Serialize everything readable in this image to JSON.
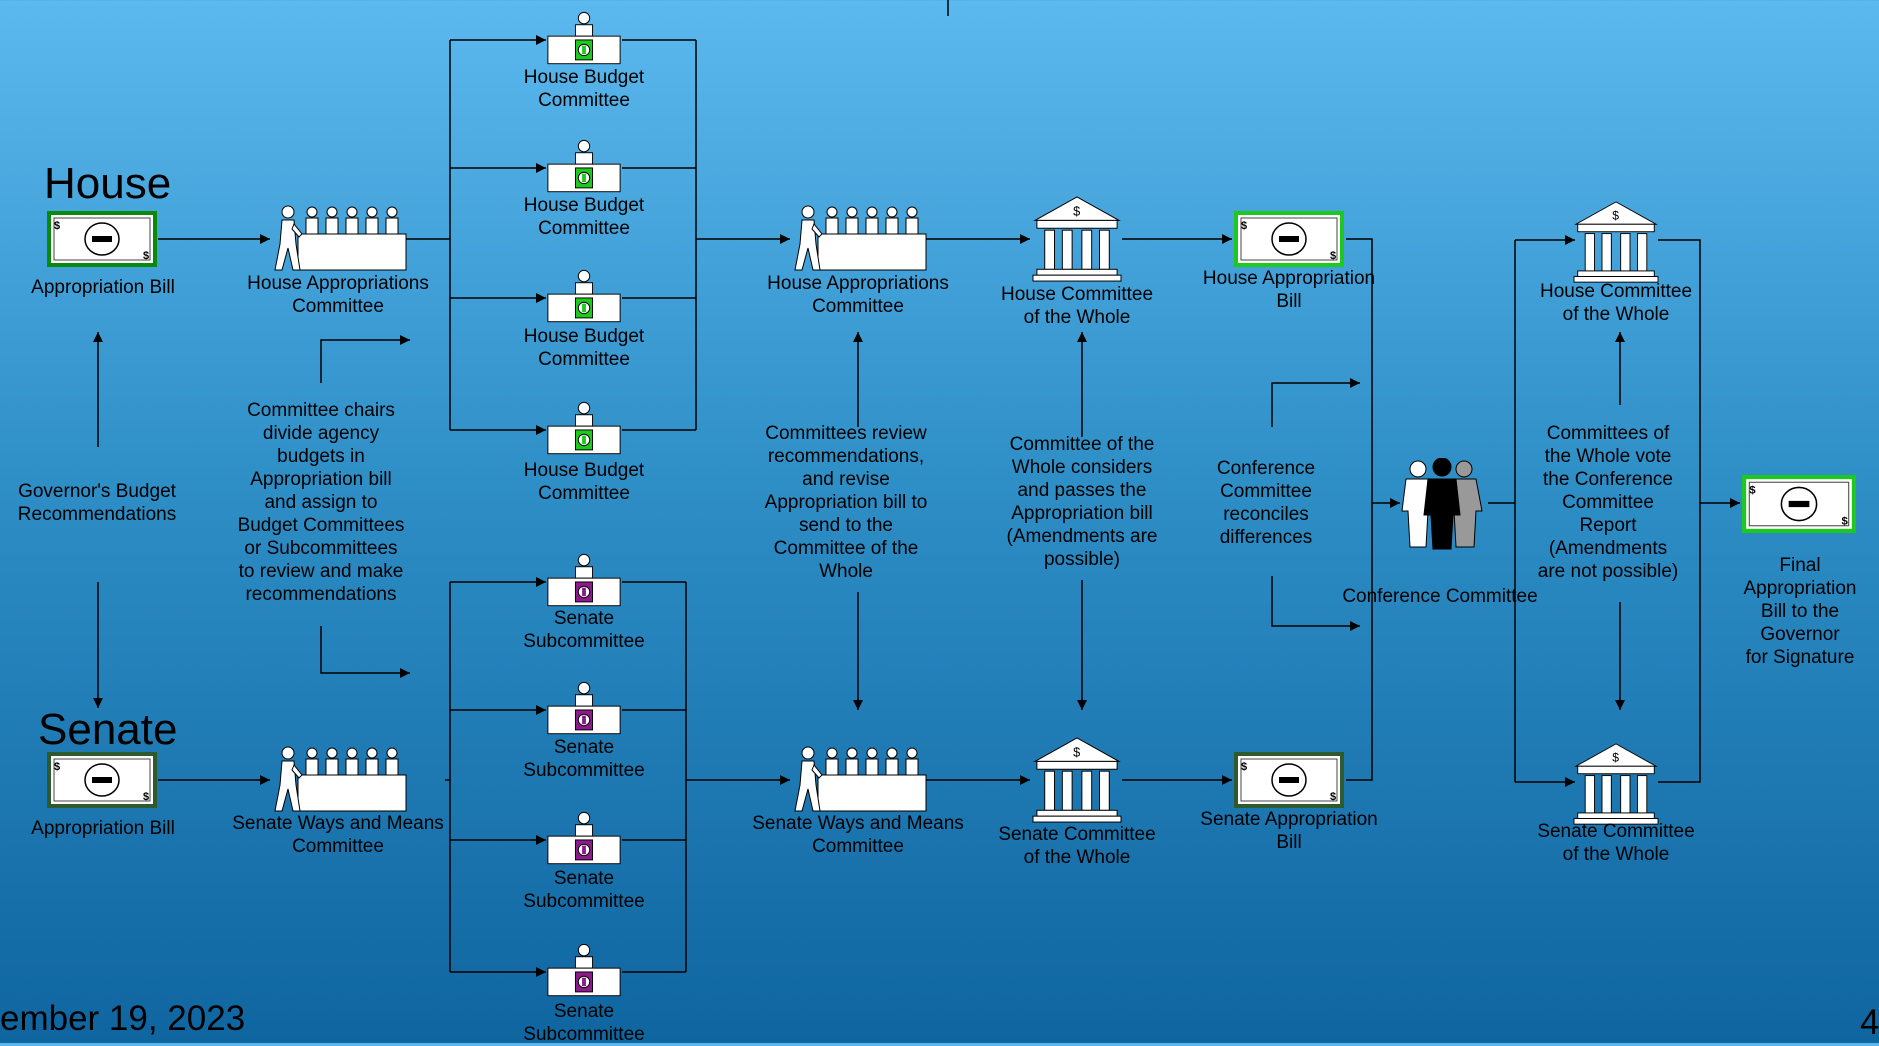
{
  "chamber_headings": {
    "house": "House",
    "senate": "Senate"
  },
  "labels": {
    "house_bill": "Appropriation Bill",
    "senate_bill": "Appropriation Bill",
    "governor": "Governor's Budget\nRecommendations",
    "house_approp_1": "House Appropriations\nCommittee",
    "senate_wm_1": "Senate Ways and Means\nCommittee",
    "chairs_note": "Committee chairs\ndivide agency\nbudgets in\nAppropriation bill\nand assign to\nBudget Committees\nor Subcommittees\nto review and make\nrecommendations",
    "house_budget": "House Budget\nCommittee",
    "senate_sub": "Senate\nSubcommittee",
    "house_approp_2": "House Appropriations\nCommittee",
    "senate_wm_2": "Senate Ways and Means\nCommittee",
    "review_note": "Committees review\nrecommendations,\nand revise\nAppropriation bill to\nsend to the\nCommittee of the\nWhole",
    "house_cow": "House Committee\nof the Whole",
    "senate_cow": "Senate Committee\nof the Whole",
    "cow_note": "Committee of the\nWhole considers\nand passes the\nAppropriation bill\n(Amendments are\npossible)",
    "house_approp_bill": "House Appropriation\nBill",
    "senate_approp_bill": "Senate Appropriation\nBill",
    "conference_note": "Conference\nCommittee\nreconciles\ndifferences",
    "conference_committee": "Conference Committee",
    "house_cow_2": "House Committee\nof the Whole",
    "senate_cow_2": "Senate Committee\nof the Whole",
    "vote_note": "Committees of\nthe Whole vote\nthe Conference\nCommittee\nReport\n(Amendments\nare not possible)",
    "final_bill": "Final\nAppropriation\nBill to the\nGovernor\nfor Signature"
  },
  "footer": {
    "date": "ember 19, 2023",
    "page": "4"
  },
  "colors": {
    "house_accent": "#1fc81f",
    "house_border": "#0a8a0a",
    "senate_accent": "#8b1a8b",
    "senate_border": "#2e5a2e",
    "line": "#000000"
  }
}
